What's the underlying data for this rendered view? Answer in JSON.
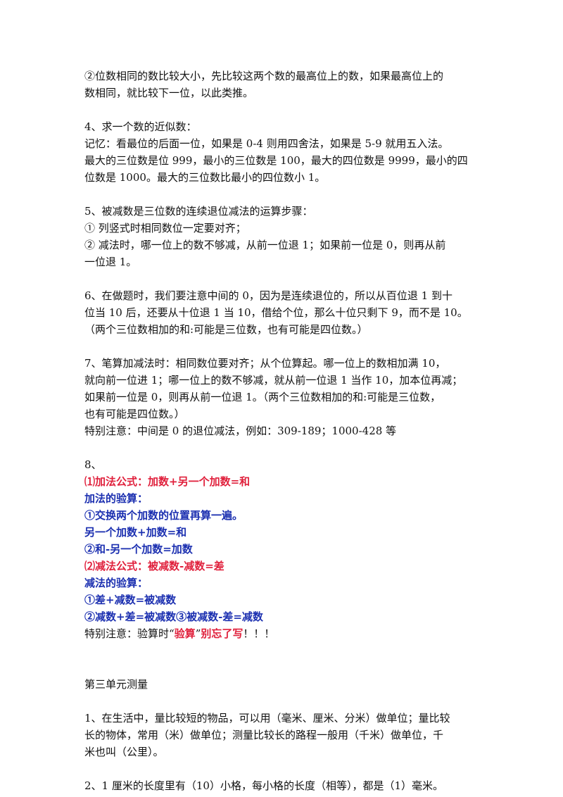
{
  "section_a": {
    "p1_l1": "②位数相同的数比较大小，先比较这两个数的最高位上的数，如果最高位上的",
    "p1_l2": "数相同，就比较下一位，以此类推。"
  },
  "section_4": {
    "title": "4、求一个数的近似数：",
    "l1": "记忆：看最位的后面一位，如果是 0-4 则用四舍法，如果是 5-9 就用五入法。",
    "l2": "最大的三位数是位 999，最小的三位数是 100，最大的四位数是 9999，最小的四",
    "l3": "位数是 1000。最大的三位数比最小的四位数小 1。"
  },
  "section_5": {
    "title": "5、被减数是三位数的连续退位减法的运算步骤：",
    "l1": "①   列竖式时相同数位一定要对齐；",
    "l2": "②   减法时，哪一位上的数不够减，从前一位退 1；如果前一位是 0，则再从前",
    "l3": "一位退 1。"
  },
  "section_6": {
    "l1": "6、在做题时，我们要注意中间的 0，因为是连续退位的，所以从百位退 1 到十",
    "l2": "位当 10 后，还要从十位退 1 当 10，借给个位，那么十位只剩下 9，而不是 10。",
    "l3": "（两个三位数相加的和:可能是三位数，也有可能是四位数。）"
  },
  "section_7": {
    "l1": "7、笔算加减法时：相同数位要对齐；从个位算起。哪一位上的数相加满 10，",
    "l2": "就向前一位进 1；哪一位上的数不够减，就从前一位退 1 当作 10，加本位再减；",
    "l3": "如果前一位是 0，则再从前一位退 1。（两个三位数相加的和:可能是三位数，",
    "l4": "也有可能是四位数。）",
    "l5": "特别注意：中间是 0 的退位减法，例如：309-189；1000-428 等"
  },
  "section_8": {
    "title": "8、",
    "add_formula": "⑴加法公式：加数+另一个加数=和",
    "add_check_title": "加法的验算：",
    "add_check_1": "①交换两个加数的位置再算一遍。",
    "add_check_2": "另一个加数+加数=和",
    "add_check_3": "②和-另一个加数=加数",
    "sub_formula": "⑵减法公式：被减数-减数=差",
    "sub_check_title": "减法的验算：",
    "sub_check_1": "①差+减数=被减数",
    "sub_check_2": "②减数+差=被减数③被减数-差=减数",
    "note_prefix": "特别注意：验算时“",
    "note_red1": "验算",
    "note_mid": "”",
    "note_red2": "别忘了写",
    "note_suffix": "！！！"
  },
  "unit3": {
    "title": "第三单元测量",
    "p1_l1": "1、在生活中，量比较短的物品，可以用（毫米、厘米、分米）做单位；量比较",
    "p1_l2": "长的物体，常用（米）做单位；测量比较长的路程一般用（千米）做单位，千",
    "p1_l3": "米也叫（公里）。",
    "p2": "2、1 厘米的长度里有（10）小格，每小格的长度（相等），都是（1）毫米。"
  },
  "colors": {
    "red": "#e0203c",
    "blue": "#1b2fb0",
    "text": "#111111"
  }
}
